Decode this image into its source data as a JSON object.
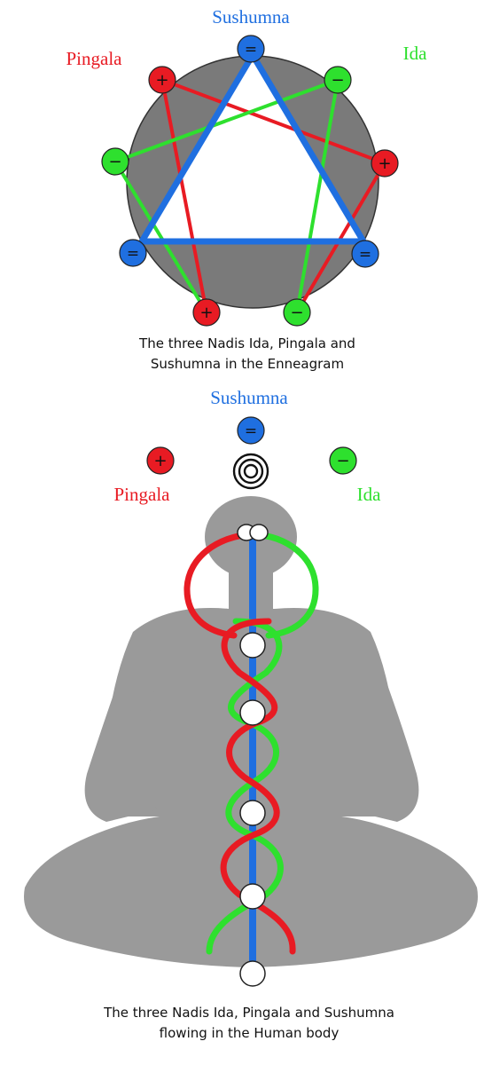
{
  "colors": {
    "pingala": "#e81b23",
    "ida": "#2ee02e",
    "sushumna": "#1f6fe0",
    "circle_fill": "#7a7a7a",
    "silhouette": "#9a9a9a",
    "background": "#ffffff"
  },
  "enneagram": {
    "labels": {
      "sushumna": "Sushumna",
      "pingala": "Pingala",
      "ida": "Ida"
    },
    "caption_line1": "The three Nadis Ida, Pingala and",
    "caption_line2": "Sushumna in the Enneagram",
    "node_symbols": {
      "plus": "+",
      "minus": "−",
      "equal": "="
    }
  },
  "body_diagram": {
    "labels": {
      "sushumna": "Sushumna",
      "pingala": "Pingala",
      "ida": "Ida"
    },
    "caption_line1": "The three Nadis Ida, Pingala and Sushumna",
    "caption_line2": "flowing in the Human body"
  }
}
